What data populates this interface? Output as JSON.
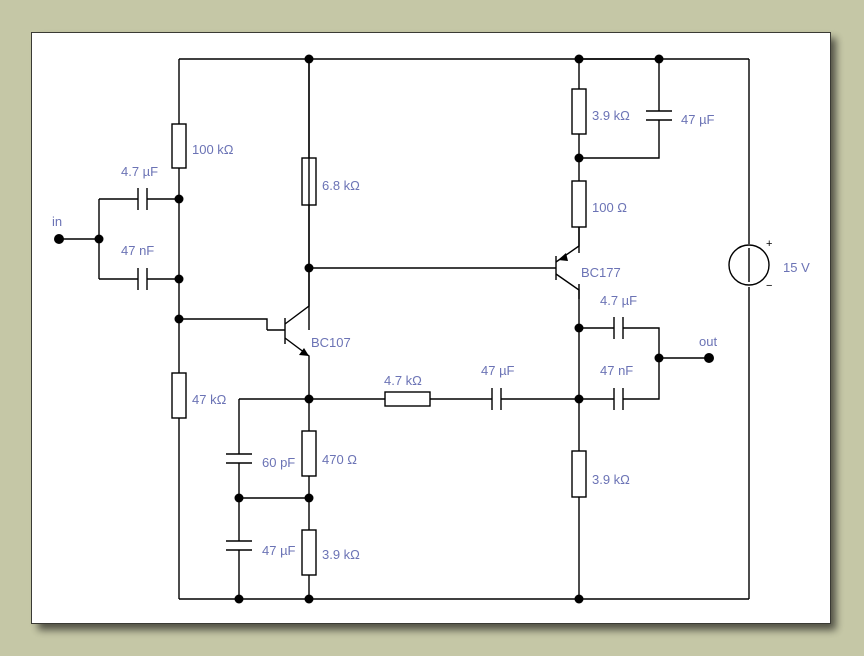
{
  "terminals": {
    "input": "in",
    "output": "out"
  },
  "supply": {
    "value": "15 V",
    "plus": "+",
    "minus": "−"
  },
  "transistors": {
    "q1": "BC107",
    "q2": "BC177"
  },
  "components": {
    "r_100k": "100 kΩ",
    "c_in_top": "4.7 µF",
    "c_in_bottom": "47 nF",
    "r_6k8": "6.8 kΩ",
    "r_47k": "47 kΩ",
    "r_4k7": "4.7 kΩ",
    "c_series": "47 µF",
    "c_60p": "60 pF",
    "r_470": "470 Ω",
    "c_47u_bottom": "47 µF",
    "r_3k9_bottom_left": "3.9 kΩ",
    "r_3k9_top": "3.9 kΩ",
    "c_47u_top": "47 µF",
    "r_100": "100 Ω",
    "c_out_top": "4.7 µF",
    "c_out_bottom": "47 nF",
    "r_3k9_right": "3.9 kΩ"
  },
  "colors": {
    "label": "#6b73b5",
    "wire": "#000000",
    "background": "#c5c7a6"
  }
}
